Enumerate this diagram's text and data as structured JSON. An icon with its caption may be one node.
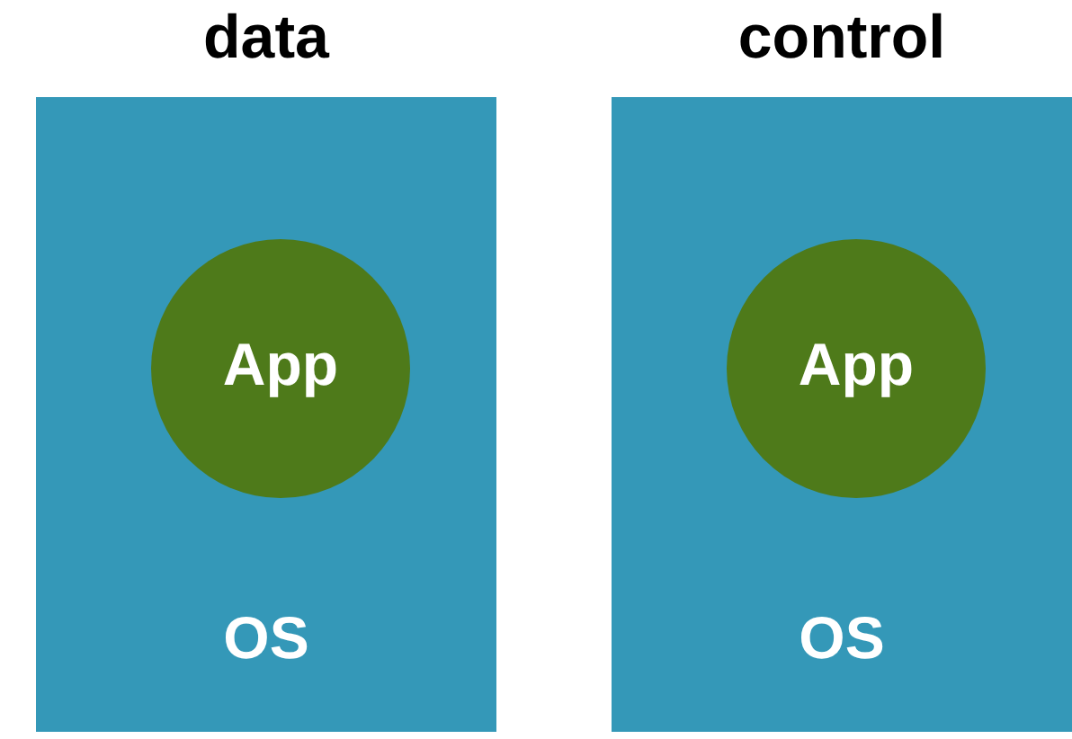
{
  "diagram": {
    "nodes": [
      {
        "text": [
          "data",
          "OS"
        ]
      },
      {
        "text": [
          "App"
        ],
        "in": 0
      },
      {
        "text": [
          "control",
          "OS"
        ]
      },
      {
        "text": [
          "App"
        ],
        "in": 2
      }
    ]
  }
}
